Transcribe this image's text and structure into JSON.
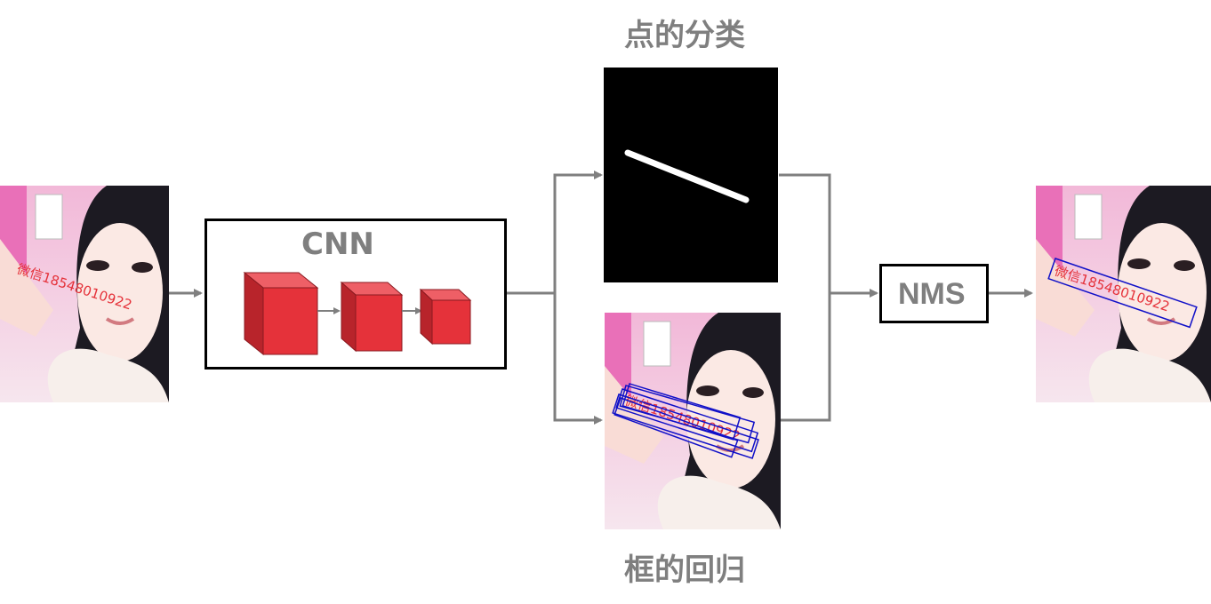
{
  "title_point_classification": "点的分类",
  "title_box_regression": "框的回归",
  "cnn_label": "CNN",
  "nms_label": "NMS",
  "watermark_text": "微信18548010922",
  "colors": {
    "arrow": "#7f7f7f",
    "label": "#7f7f7f",
    "cube_front": "#e5323a",
    "cube_top": "#ee5f66",
    "cube_side": "#b8242b",
    "watermark": "#e5323a",
    "bbox": "#1010c8",
    "segmentation_bg": "#000000",
    "segmentation_line": "#ffffff"
  },
  "icons": [
    "portrait-photo",
    "cube-icon",
    "arrow-icon"
  ]
}
